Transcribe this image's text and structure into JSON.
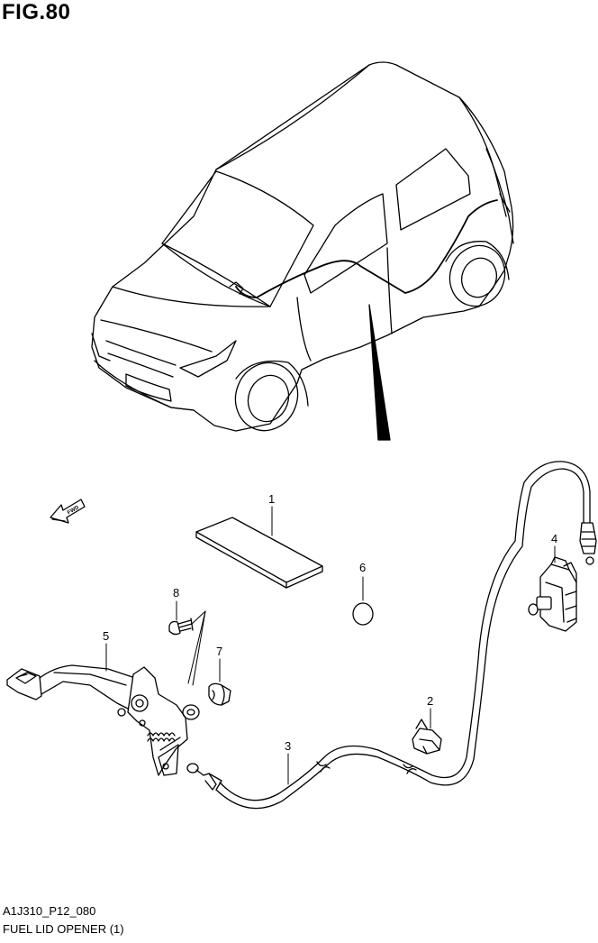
{
  "figure": {
    "title": "FIG.80"
  },
  "fwd_arrow": {
    "label": "FWD"
  },
  "callouts": [
    {
      "id": "1",
      "text": "1"
    },
    {
      "id": "2",
      "text": "2"
    },
    {
      "id": "3",
      "text": "3"
    },
    {
      "id": "4",
      "text": "4"
    },
    {
      "id": "5",
      "text": "5"
    },
    {
      "id": "6",
      "text": "6"
    },
    {
      "id": "7",
      "text": "7"
    },
    {
      "id": "8",
      "text": "8"
    }
  ],
  "footer": {
    "code": "A1J310_P12_080",
    "caption": "FUEL LID OPENER (1)"
  }
}
